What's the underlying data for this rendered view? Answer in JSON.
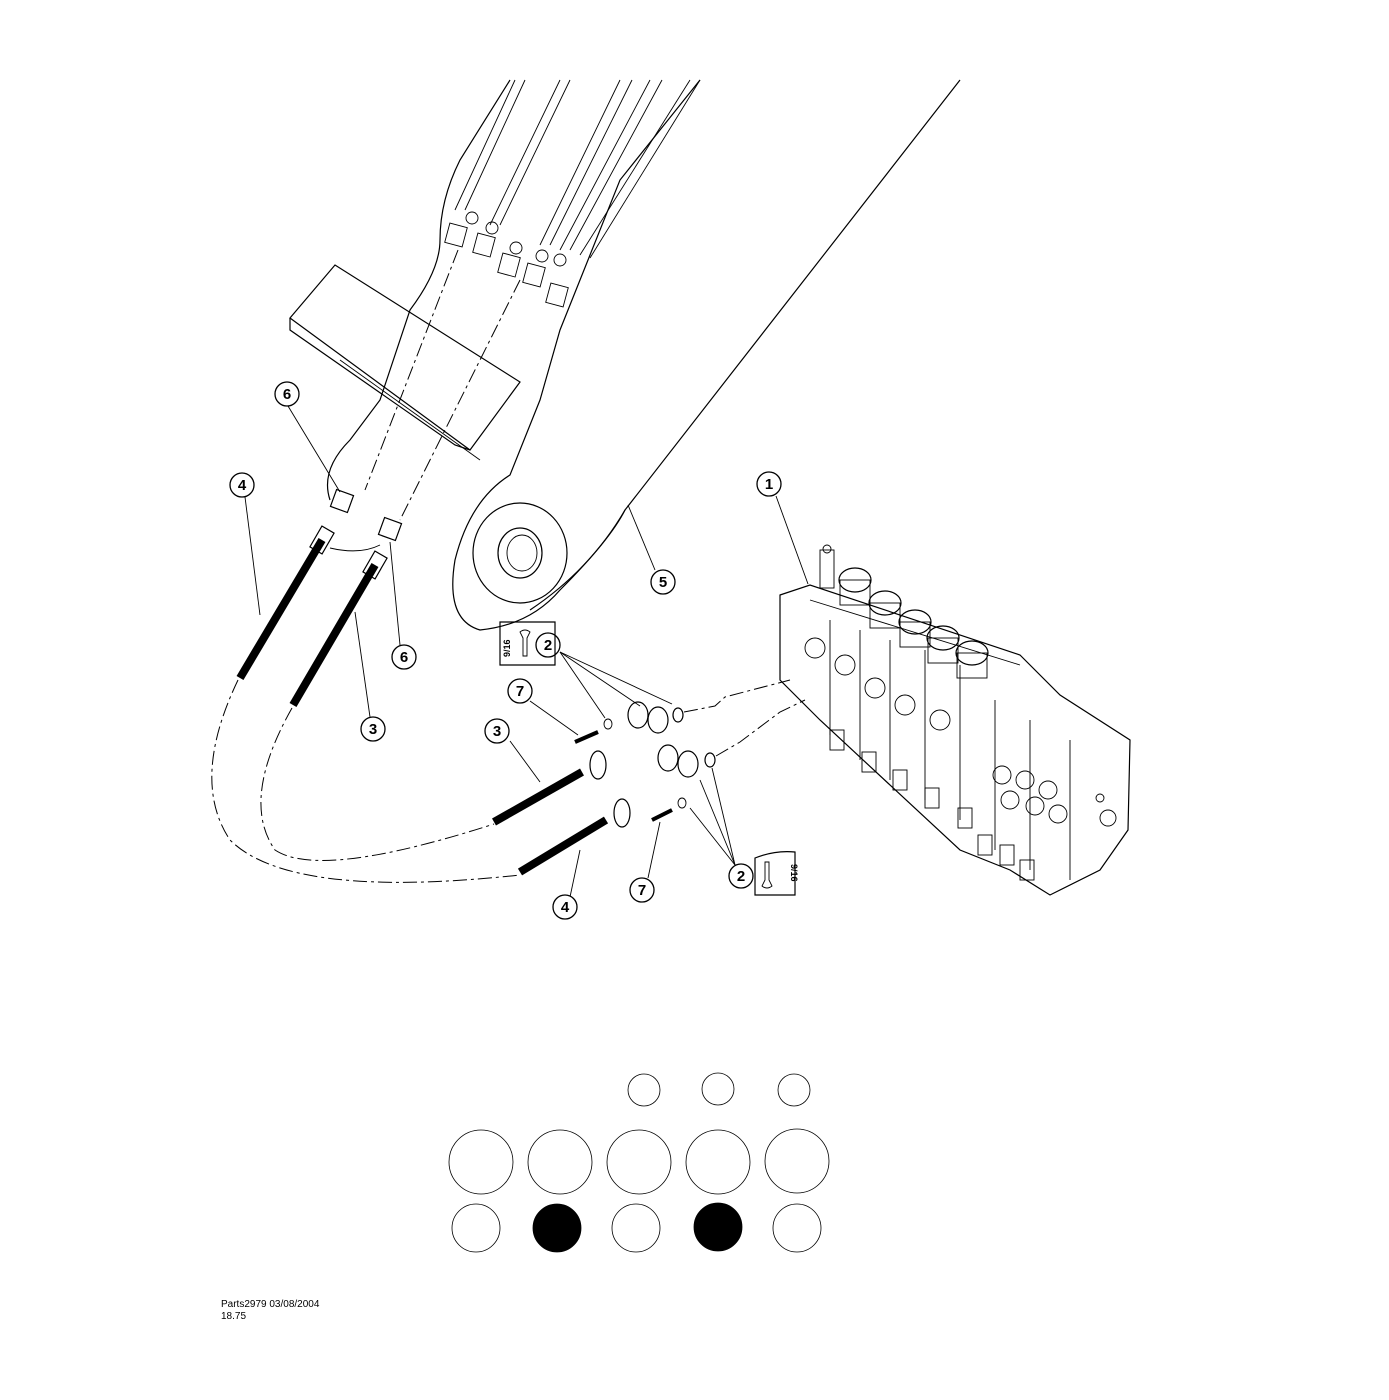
{
  "callouts": [
    {
      "label": "1"
    },
    {
      "label": "2"
    },
    {
      "label": "2"
    },
    {
      "label": "3"
    },
    {
      "label": "3"
    },
    {
      "label": "4"
    },
    {
      "label": "4"
    },
    {
      "label": "5"
    },
    {
      "label": "6"
    },
    {
      "label": "6"
    },
    {
      "label": "7"
    },
    {
      "label": "7"
    }
  ],
  "wrench_tags": [
    {
      "size": "9/16",
      "icon": "wrench-icon"
    },
    {
      "size": "9/16",
      "icon": "wrench-icon"
    }
  ],
  "selector_dots": {
    "row1": [
      false,
      false,
      false
    ],
    "row2": [
      false,
      false,
      false,
      false,
      false
    ],
    "row3": [
      false,
      true,
      false,
      true,
      false
    ]
  },
  "footer": {
    "doc_ref": "Parts2979 03/08/2004",
    "page_no": "18.75"
  }
}
